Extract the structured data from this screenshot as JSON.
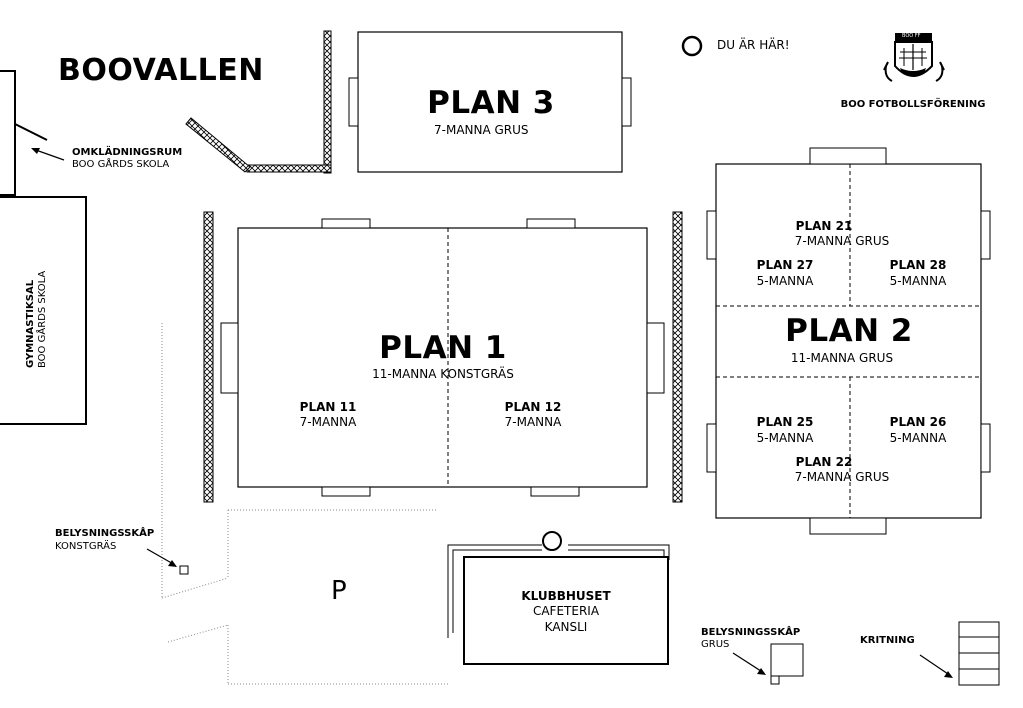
{
  "map": {
    "title": "BOOVALLEN",
    "you_are_here": "DU ÄR HÄR!",
    "club": {
      "name": "BOO FOTBOLLSFÖRENING",
      "badge_text": "BOO FF"
    },
    "changing_room": {
      "label": "OMKLÄDNINGSRUM",
      "sub": "BOO GÅRDS SKOLA"
    },
    "gym": {
      "label": "GYMNASTIKSAL",
      "sub": "BOO GÅRDS SKOLA"
    },
    "plan3": {
      "name": "PLAN 3",
      "type": "7-MANNA GRUS"
    },
    "plan1": {
      "name": "PLAN 1",
      "type": "11-MANNA KONSTGRÄS",
      "sub_left": {
        "name": "PLAN 11",
        "type": "7-MANNA"
      },
      "sub_right": {
        "name": "PLAN 12",
        "type": "7-MANNA"
      }
    },
    "plan2": {
      "name": "PLAN 2",
      "type": "11-MANNA GRUS",
      "plan21": {
        "name": "PLAN 21",
        "type": "7-MANNA GRUS"
      },
      "plan27": {
        "name": "PLAN 27",
        "type": "5-MANNA"
      },
      "plan28": {
        "name": "PLAN 28",
        "type": "5-MANNA"
      },
      "plan25": {
        "name": "PLAN 25",
        "type": "5-MANNA"
      },
      "plan26": {
        "name": "PLAN 26",
        "type": "5-MANNA"
      },
      "plan22": {
        "name": "PLAN 22",
        "type": "7-MANNA GRUS"
      }
    },
    "lighting_turf": {
      "label": "BELYSNINGSSKÅP",
      "sub": "KONSTGRÄS"
    },
    "parking": "P",
    "clubhouse": {
      "name": "KLUBBHUSET",
      "line1": "CAFETERIA",
      "line2": "KANSLI"
    },
    "lighting_gravel": {
      "label": "BELYSNINGSSKÅP",
      "sub": "GRUS"
    },
    "chalking": "KRITNING"
  }
}
